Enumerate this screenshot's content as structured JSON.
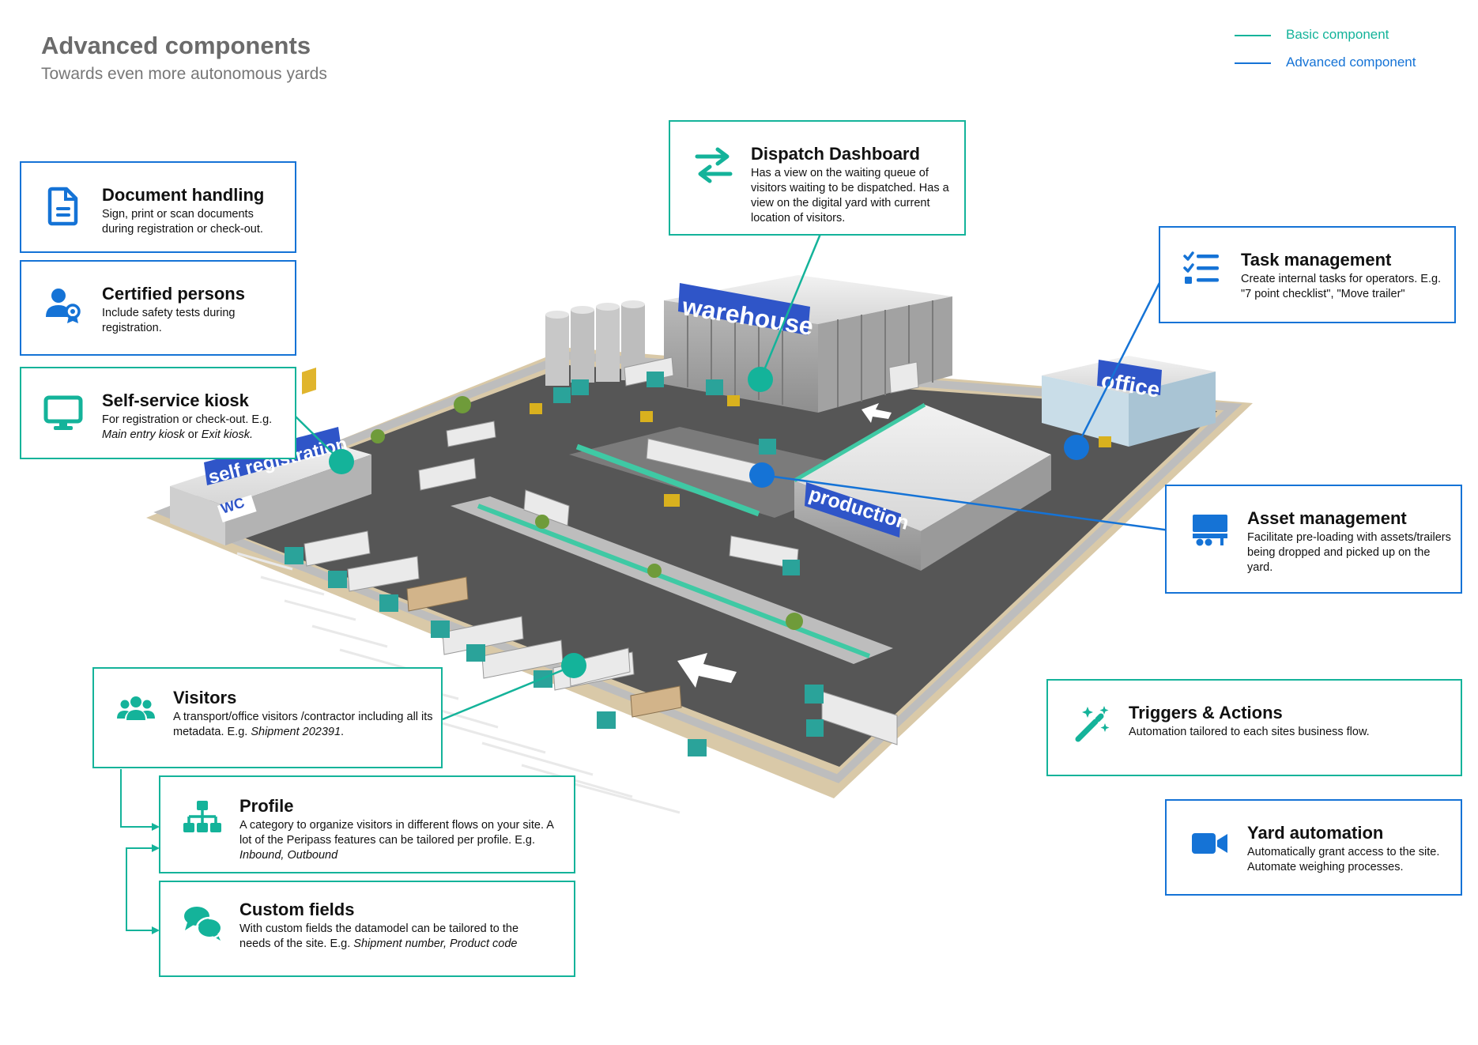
{
  "header": {
    "title": "Advanced components",
    "subtitle": "Towards even more autonomous yards"
  },
  "legend": [
    {
      "label": "Basic component",
      "color": "#14b39a"
    },
    {
      "label": "Advanced component",
      "color": "#1573d6"
    }
  ],
  "colors": {
    "basic": "#14b39a",
    "advanced": "#1573d6"
  },
  "yard": {
    "buildings": {
      "warehouse": "warehouse",
      "office": "office",
      "production": "production",
      "self_registration": "self registration",
      "wc": "WC"
    }
  },
  "components": {
    "document_handling": {
      "title": "Document handling",
      "desc": "Sign, print or scan documents during registration or check-out.",
      "type": "advanced",
      "icon": "document-icon"
    },
    "certified_persons": {
      "title": "Certified persons",
      "desc": "Include safety tests during registration.",
      "type": "advanced",
      "icon": "certified-person-icon"
    },
    "self_service_kiosk": {
      "title": "Self-service kiosk",
      "desc_start": "For registration or check-out. E.g. ",
      "desc_em1": "Main entry kiosk",
      "desc_mid": " or ",
      "desc_em2": "Exit kiosk.",
      "type": "basic",
      "icon": "monitor-icon"
    },
    "dispatch_dashboard": {
      "title": "Dispatch Dashboard",
      "desc": "Has a view on the waiting queue of visitors waiting to be dispatched. Has a view on the digital yard with current location of visitors.",
      "type": "basic",
      "icon": "swap-arrows-icon"
    },
    "task_management": {
      "title": "Task management",
      "desc": "Create internal tasks for operators. E.g. \"7 point checklist\", \"Move trailer\"",
      "type": "advanced",
      "icon": "checklist-icon"
    },
    "asset_management": {
      "title": "Asset management",
      "desc": "Facilitate pre-loading with assets/trailers being dropped and picked up on the yard.",
      "type": "advanced",
      "icon": "trailer-icon"
    },
    "visitors": {
      "title": "Visitors",
      "desc_start": "A transport/office visitors /contractor including all its metadata. E.g. ",
      "desc_em": "Shipment 202391",
      "desc_end": ".",
      "type": "basic",
      "icon": "people-icon"
    },
    "profile": {
      "title": "Profile",
      "desc_start": "A category to organize visitors in different flows on your site. A lot of the Peripass features can be tailored per profile.  E.g. ",
      "desc_em": "Inbound, Outbound",
      "type": "basic",
      "icon": "hierarchy-icon"
    },
    "custom_fields": {
      "title": "Custom fields",
      "desc_start": "With custom fields the datamodel can be tailored to the needs of the site. E.g. ",
      "desc_em": "Shipment number, Product code",
      "type": "basic",
      "icon": "chat-bubbles-icon"
    },
    "triggers_actions": {
      "title": "Triggers & Actions",
      "desc": "Automation tailored to each sites business flow.",
      "type": "basic",
      "icon": "magic-wand-icon"
    },
    "yard_automation": {
      "title": "Yard automation",
      "desc": "Automatically grant access to the site. Automate weighing processes.",
      "type": "advanced",
      "icon": "video-camera-icon"
    }
  }
}
